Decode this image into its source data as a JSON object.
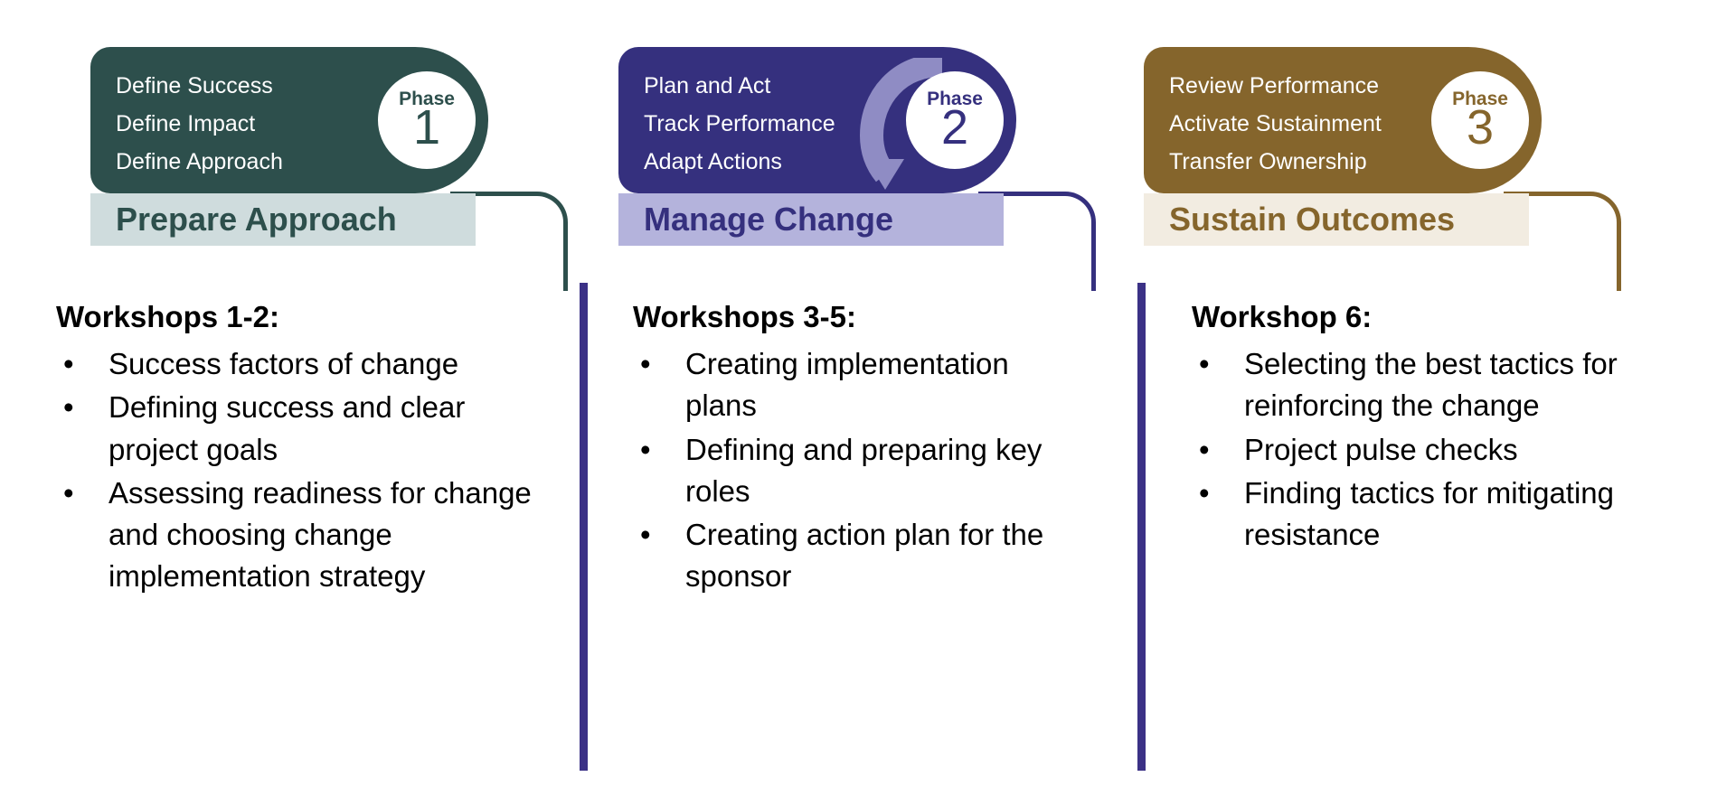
{
  "phases": [
    {
      "badge_word": "Phase",
      "badge_number": "1",
      "accent": "#2d4f4c",
      "band": "#cfdcdd",
      "title": "Prepare Approach",
      "lines": [
        "Define Success",
        "Define Impact",
        "Define Approach"
      ]
    },
    {
      "badge_word": "Phase",
      "badge_number": "2",
      "accent": "#35307e",
      "band": "#b4b3dc",
      "title": "Manage Change",
      "lines": [
        "Plan and Act",
        "Track Performance",
        "Adapt Actions"
      ]
    },
    {
      "badge_word": "Phase",
      "badge_number": "3",
      "accent": "#85652c",
      "band": "#f2ece1",
      "title": "Sustain Outcomes",
      "lines": [
        "Review Performance",
        "Activate Sustainment",
        "Transfer Ownership"
      ]
    }
  ],
  "columns": [
    {
      "heading": "Workshops 1-2:",
      "bullet_glyph": "•",
      "bullets": [
        "Success factors of change",
        "Defining success and clear project goals",
        "Assessing readiness for change and choosing change implementation strategy"
      ]
    },
    {
      "heading": "Workshops 3-5:",
      "bullet_glyph": "•",
      "bullets": [
        "Creating implementation plans",
        "Defining and preparing key roles",
        "Creating action plan for the sponsor"
      ]
    },
    {
      "heading": "Workshop 6:",
      "bullet_glyph": "•",
      "bullets": [
        "Selecting the best tactics for reinforcing the change",
        "Project pulse checks",
        "Finding tactics for mitigating resistance"
      ]
    }
  ],
  "dividers": {
    "color": "#3b3186"
  }
}
